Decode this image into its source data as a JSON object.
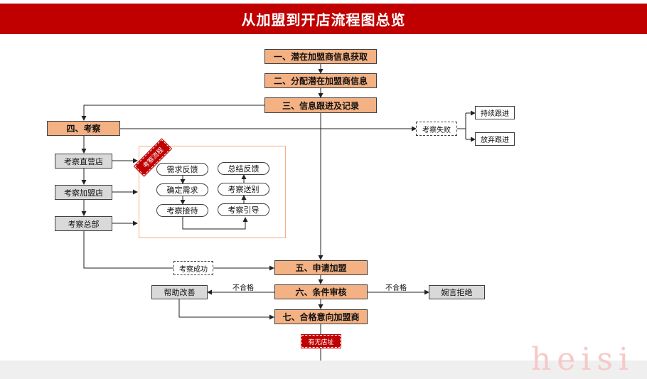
{
  "title": "从加盟到开店流程图总览",
  "steps": {
    "s1": "一、潜在加盟商信息获取",
    "s2": "二、分配潜在加盟商信息",
    "s3": "三、信息跟进及记录",
    "s4": "四、考察",
    "s5": "五、申请加盟",
    "s6": "六、条件审核",
    "s7": "七、合格意向加盟商"
  },
  "inspect": {
    "direct_store": "考察直营店",
    "franchise_store": "考察加盟店",
    "headquarters": "考察总部",
    "badge": "考察流程",
    "fail": "考察失败",
    "success": "考察成功",
    "continue": "持续跟进",
    "abandon": "放弃跟进"
  },
  "process": {
    "demand_feedback": "需求反馈",
    "confirm_demand": "确定需求",
    "reception": "考察接待",
    "summary_feedback": "总结反馈",
    "farewell": "考察送别",
    "guide": "考察引导"
  },
  "review": {
    "fail_left": "不合格",
    "fail_right": "不合格",
    "help_improve": "帮助改善",
    "reject": "婉言拒绝",
    "has_store": "有无店址"
  },
  "watermark": "heisi"
}
